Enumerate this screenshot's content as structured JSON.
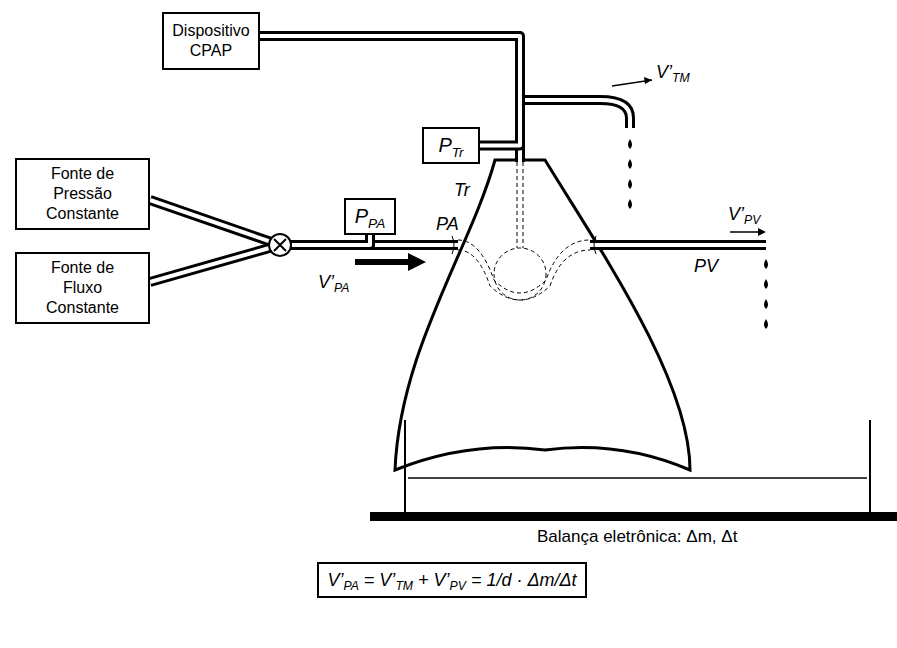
{
  "diagram": {
    "nodes": [
      {
        "text": [
          "Dispositivo CPAP"
        ]
      },
      {
        "text": [
          "PTr"
        ]
      },
      {
        "text": [
          "Fonte de Pressão Constante"
        ]
      },
      {
        "text": [
          "PPA"
        ]
      },
      {
        "text": [
          "Fonte de Fluxo Constante"
        ]
      },
      {
        "text": [
          "V’PA = V’TM + V’PV = 1/d · Δm/Δt"
        ]
      }
    ],
    "edges": [
      {
        "from": 0,
        "to": 1,
        "arrow": "none"
      },
      {
        "from": 2,
        "to": 3,
        "arrow": "none"
      },
      {
        "from": 4,
        "to": 3,
        "arrow": "none"
      }
    ],
    "labels": [
      "Tr",
      "V’TM",
      "PA",
      "V’PA",
      "V’PV",
      "PV",
      "Balança eletrônica: Δm, Δt"
    ]
  }
}
